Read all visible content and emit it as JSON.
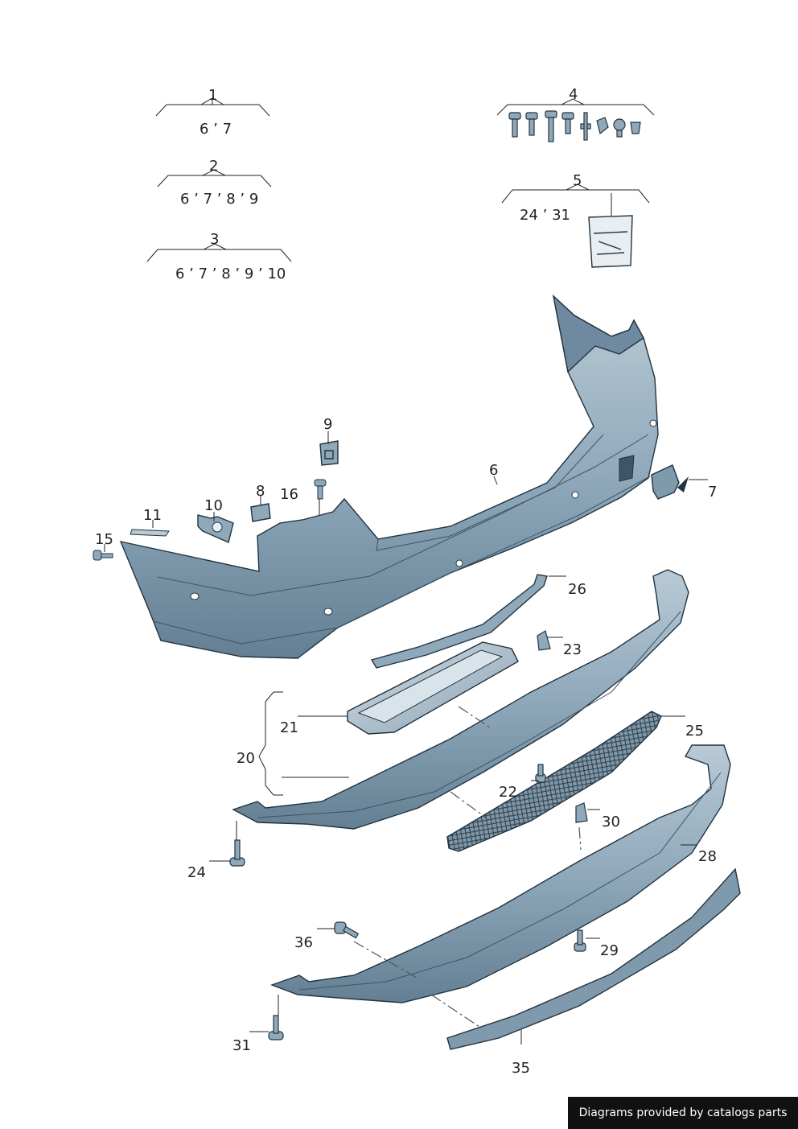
{
  "callouts": {
    "c1": "1",
    "c2": "2",
    "c3": "3",
    "c4": "4",
    "c5": "5",
    "c6": "6",
    "c7": "7",
    "c8": "8",
    "c9": "9",
    "c10": "10",
    "c11": "11",
    "c15": "15",
    "c16": "16",
    "c20": "20",
    "c21": "21",
    "c22": "22",
    "c23": "23",
    "c24": "24",
    "c25": "25",
    "c26": "26",
    "c28": "28",
    "c29": "29",
    "c30": "30",
    "c31": "31",
    "c35": "35",
    "c36": "36"
  },
  "kits": {
    "k1": "6 ’ 7",
    "k2": "6 ’ 7 ’ 8 ’ 9",
    "k3": "6 ’ 7 ’ 8 ’ 9 ’ 10",
    "k5": "24  ’ 31"
  },
  "footer": {
    "text": "Diagrams provided by catalogs parts"
  },
  "colors": {
    "part_fill": "#8fa9bb",
    "part_dark": "#5f7d92",
    "outline": "#23333f"
  }
}
